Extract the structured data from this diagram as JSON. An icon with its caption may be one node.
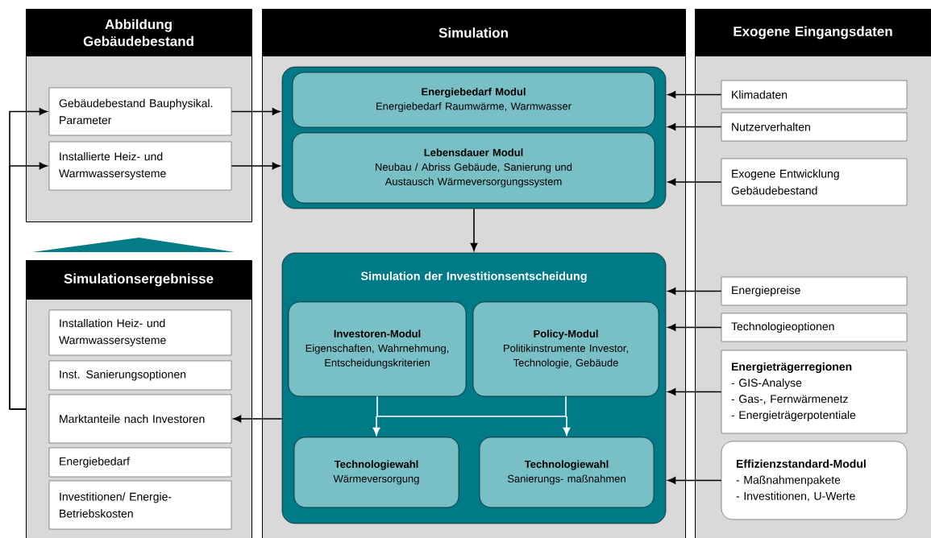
{
  "diagram": {
    "nodes": [
      {
        "text": [
          "Abbildung Gebäudebestand"
        ]
      },
      {
        "text": [
          "Gebäudebestand Bauphysikal. Parameter"
        ],
        "in": 0
      },
      {
        "text": [
          "Installierte Heiz- und Warmwassersysteme"
        ],
        "in": 0
      },
      {
        "text": [
          "Simulation"
        ]
      },
      {
        "text": [],
        "shape": "box",
        "in": 3
      },
      {
        "text": [
          "Energiebedarf Modul",
          "Energiebedarf Raumwärme, Warmwasser"
        ],
        "in": 4
      },
      {
        "text": [
          "Lebensdauer Modul",
          "Neubau / Abriss Gebäude, Sanierung und Austausch Wärmeversorgungssystem"
        ],
        "in": 4
      },
      {
        "text": [
          "Simulation der Investitionsentscheidung"
        ],
        "in": 3
      },
      {
        "text": [
          "Investoren-Modul",
          "Eigenschaften, Wahrnehmung, Entscheidungskriterien"
        ],
        "in": 7
      },
      {
        "text": [
          "Policy-Modul",
          "Politikinstrumente Investor, Technologie, Gebäude"
        ],
        "in": 7
      },
      {
        "text": [
          "Technologiewahl",
          "Wärmeversorgung"
        ],
        "in": 7
      },
      {
        "text": [
          "Technologiewahl",
          "Sanierungs- maßnahmen"
        ],
        "in": 7
      },
      {
        "text": [
          "Exogene Eingangsdaten"
        ]
      },
      {
        "text": [
          "Klimadaten"
        ],
        "in": 12
      },
      {
        "text": [
          "Nutzerverhalten"
        ],
        "in": 12
      },
      {
        "text": [
          "Exogene Entwicklung Gebäudebestand"
        ],
        "in": 12
      },
      {
        "text": [
          "Energiepreise"
        ],
        "in": 12
      },
      {
        "text": [
          "Technologieoptionen"
        ],
        "in": 12
      },
      {
        "text": [
          "Energieträgerregionen",
          "- GIS-Analyse",
          "- Gas-, Fernwärmenetz",
          "- Energieträgerpotentiale"
        ],
        "in": 12
      },
      {
        "text": [
          "Effizienzstandard-Modul",
          "- Maßnahmenpakete",
          "- Investitionen, U-Werte"
        ],
        "in": 12
      },
      {
        "text": [
          "Simulationsergebnisse"
        ]
      },
      {
        "text": [
          "Installation Heiz- und Warmwassersysteme"
        ],
        "in": 20
      },
      {
        "text": [
          "Inst. Sanierungsoptionen"
        ],
        "in": 20
      },
      {
        "text": [
          "Marktanteile nach Investoren"
        ],
        "in": 20
      },
      {
        "text": [
          "Energiebedarf"
        ],
        "in": 20
      },
      {
        "text": [
          "Investitionen/ Energie- Betriebskosten"
        ],
        "in": 20
      }
    ],
    "edges": [
      {
        "from": 1,
        "to": 4,
        "arrow": "to"
      },
      {
        "from": 2,
        "to": 4,
        "arrow": "to"
      },
      {
        "from": 4,
        "to": 7,
        "arrow": "to"
      },
      {
        "from": 13,
        "to": 4,
        "arrow": "to"
      },
      {
        "from": 14,
        "to": 4,
        "arrow": "to"
      },
      {
        "from": 15,
        "to": 4,
        "arrow": "to"
      },
      {
        "from": 16,
        "to": 7,
        "arrow": "to"
      },
      {
        "from": 17,
        "to": 7,
        "arrow": "to"
      },
      {
        "from": 18,
        "to": 7,
        "arrow": "to"
      },
      {
        "from": 19,
        "to": 7,
        "arrow": "to"
      },
      {
        "from": 8,
        "to": 10,
        "arrow": "to",
        "color": "#ffffff"
      },
      {
        "from": 8,
        "to": 11,
        "arrow": "to",
        "color": "#ffffff"
      },
      {
        "from": 9,
        "to": 10,
        "arrow": "to",
        "color": "#ffffff"
      },
      {
        "from": 9,
        "to": 11,
        "arrow": "to",
        "color": "#ffffff"
      },
      {
        "from": 7,
        "to": 23,
        "arrow": "to"
      },
      {
        "from": 20,
        "to": 1,
        "arrow": "to"
      },
      {
        "from": 20,
        "to": 2,
        "arrow": "to"
      },
      {
        "from": 20,
        "to": 0,
        "arrow": "to",
        "color": "#047b87"
      }
    ]
  }
}
